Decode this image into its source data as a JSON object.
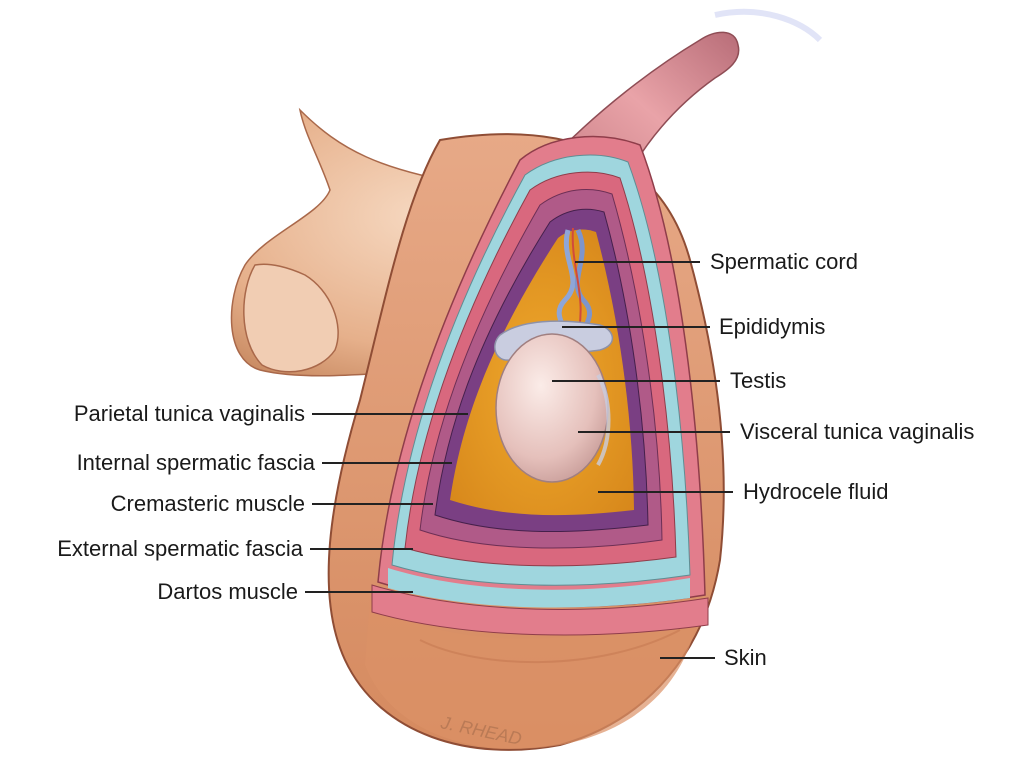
{
  "diagram": {
    "labels_right": [
      {
        "id": "spermatic-cord",
        "text": "Spermatic cord"
      },
      {
        "id": "epididymis",
        "text": "Epididymis"
      },
      {
        "id": "testis",
        "text": "Testis"
      },
      {
        "id": "visceral-tunica-vaginalis",
        "text": "Visceral tunica vaginalis"
      },
      {
        "id": "hydrocele-fluid",
        "text": "Hydrocele fluid"
      },
      {
        "id": "skin",
        "text": "Skin"
      }
    ],
    "labels_left": [
      {
        "id": "parietal-tunica-vaginalis",
        "text": "Parietal tunica vaginalis"
      },
      {
        "id": "internal-spermatic-fascia",
        "text": "Internal spermatic fascia"
      },
      {
        "id": "cremasteric-muscle",
        "text": "Cremasteric muscle"
      },
      {
        "id": "external-spermatic-fascia",
        "text": "External spermatic fascia"
      },
      {
        "id": "dartos-muscle",
        "text": "Dartos muscle"
      }
    ],
    "signature": "J. RHEAD"
  },
  "colors": {
    "skin": "#e9b894",
    "skin_shadow": "#c98b63",
    "dartos": "#e27d8c",
    "external_fascia": "#9fd6de",
    "cremasteric": "#d9687e",
    "internal_fascia": "#b05a88",
    "parietal": "#7a3f83",
    "fluid": "#e39a24",
    "testis": "#e8c8c4",
    "epididymis": "#c9cde0",
    "cord": "#8ea6d8",
    "leader": "#222222"
  }
}
